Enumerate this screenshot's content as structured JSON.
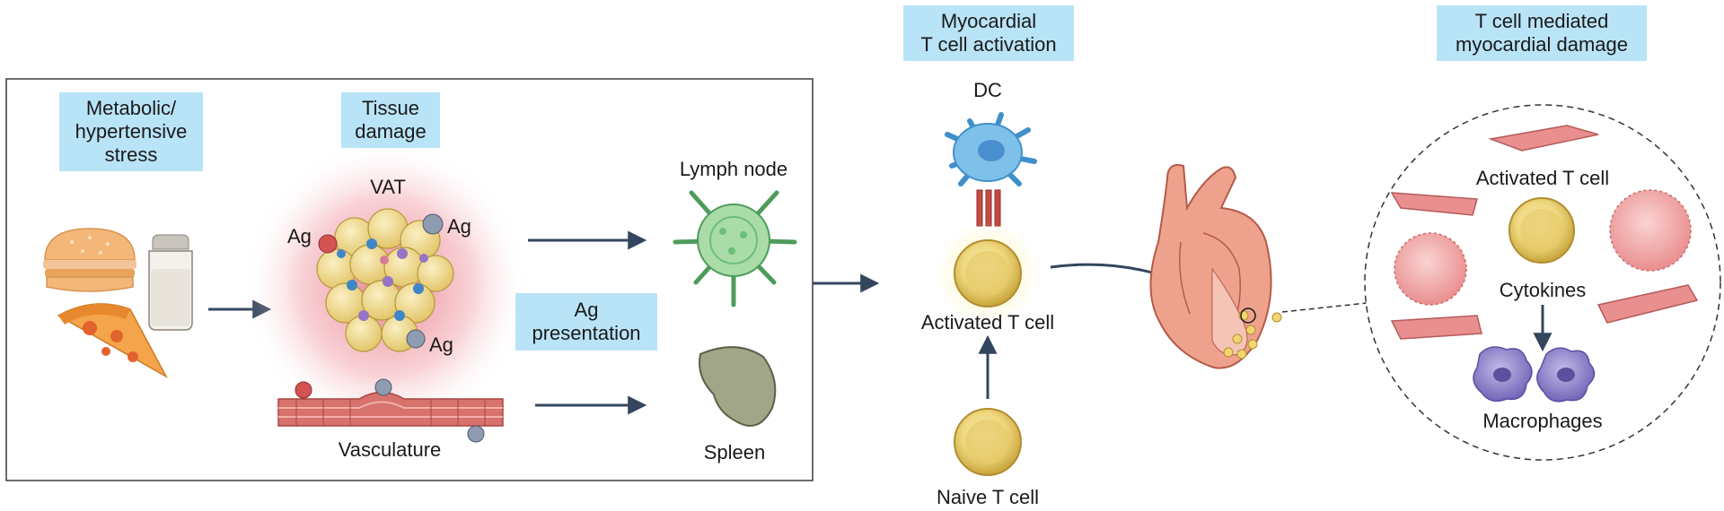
{
  "stages": {
    "metabolic_stress": "Metabolic/\nhypertensive\nstress",
    "tissue_damage": "Tissue\ndamage",
    "ag_presentation": "Ag\npresentation",
    "myocardial_activation": "Myocardial\nT cell activation",
    "t_cell_damage": "T cell mediated\nmyocardial damage"
  },
  "labels": {
    "vat": "VAT",
    "ag": "Ag",
    "vasculature": "Vasculature",
    "lymph_node": "Lymph node",
    "spleen": "Spleen",
    "dc": "DC",
    "activated_t_cell": "Activated T cell",
    "naive_t_cell": "Naive T cell",
    "inset_activated_t_cell": "Activated T cell",
    "cytokines": "Cytokines",
    "macrophages": "Macrophages"
  },
  "colors": {
    "label_box": "#b9e3f7",
    "arrow": "#34465e",
    "vat_glow": "#e46a78",
    "adipocyte": "#f3dc8e",
    "t_cell": "#f1d97a",
    "dc": "#59a9dc",
    "lymph_node": "#6bbf78",
    "spleen": "#8b8f74",
    "heart": "#e89a86",
    "myocyte": "#e98f8f",
    "macrophage": "#8b80c7"
  }
}
